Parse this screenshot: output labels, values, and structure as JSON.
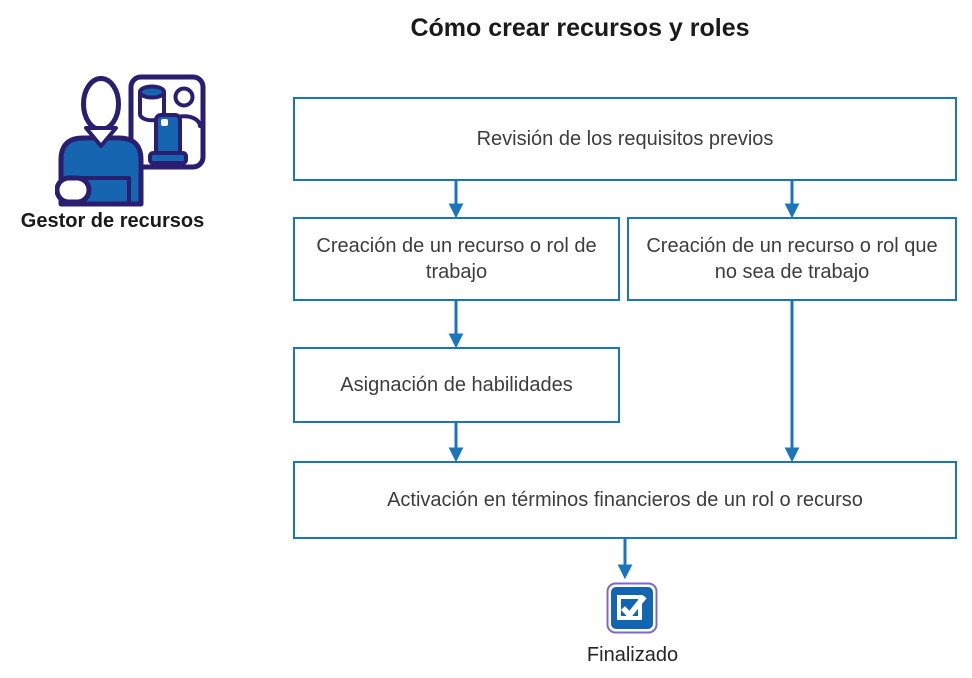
{
  "title": "Cómo crear recursos y roles",
  "actor": {
    "icon": "resource-manager-icon",
    "label": "Gestor de recursos"
  },
  "flowchart": {
    "nodes": [
      {
        "id": "review",
        "label": "Revisión de los requisitos previos"
      },
      {
        "id": "create-labor",
        "label": "Creación de un recurso o rol de trabajo"
      },
      {
        "id": "create-nonlabor",
        "label": "Creación de un recurso o rol que no sea de trabajo"
      },
      {
        "id": "assign-skills",
        "label": "Asignación de habilidades"
      },
      {
        "id": "activate",
        "label": "Activación en términos financieros de un rol o recurso"
      }
    ],
    "edges": [
      {
        "from": "review",
        "to": "create-labor"
      },
      {
        "from": "review",
        "to": "create-nonlabor"
      },
      {
        "from": "create-labor",
        "to": "assign-skills"
      },
      {
        "from": "assign-skills",
        "to": "activate"
      },
      {
        "from": "create-nonlabor",
        "to": "activate"
      },
      {
        "from": "activate",
        "to": "end"
      }
    ],
    "end": {
      "icon": "checkbox-checked-icon",
      "label": "Finalizado"
    }
  },
  "colors": {
    "flow_blue": "#1b75bc",
    "icon_outline": "#2a1e70",
    "icon_fill": "#1565b0",
    "checkbox_blue": "#1266b1",
    "checkbox_ring": "#7b68c8",
    "box_text": "#3d3d3d",
    "title_text": "#1a1a1a"
  }
}
